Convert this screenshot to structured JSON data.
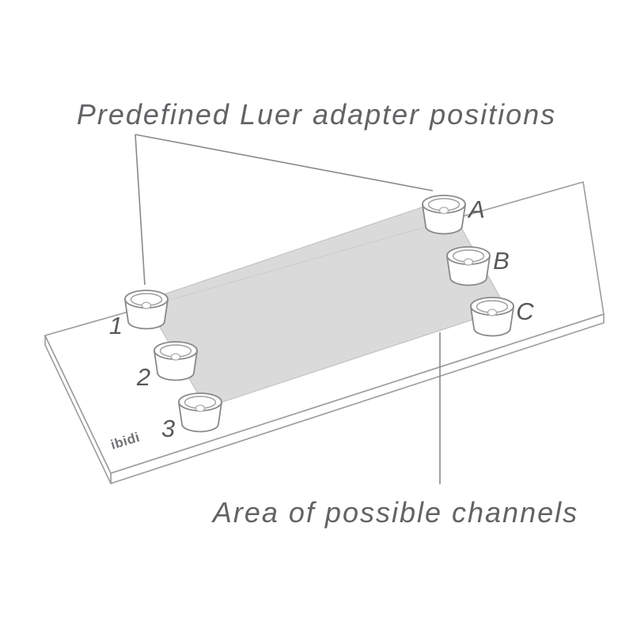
{
  "diagram": {
    "title": "Predefined Luer adapter positions",
    "area_label": "Area of possible channels",
    "brand": "ibidi",
    "adapters": {
      "left": [
        "1",
        "2",
        "3"
      ],
      "right": [
        "A",
        "B",
        "C"
      ]
    },
    "colors": {
      "line": "#87898c",
      "text": "#626366",
      "channel_fill": "#d6d7d8"
    }
  }
}
